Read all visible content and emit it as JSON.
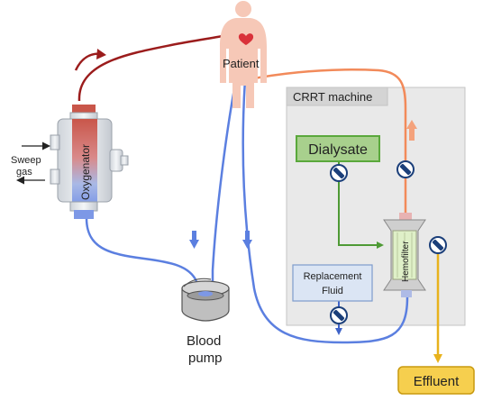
{
  "labels": {
    "patient": "Patient",
    "crrt_machine": "CRRT machine",
    "dialysate": "Dialysate",
    "oxygenator": "Oxygenator",
    "sweep_gas_line1": "Sweep",
    "sweep_gas_line2": "gas",
    "hemofilter": "Hemofilter",
    "replacement_fluid_line1": "Replacement",
    "replacement_fluid_line2": "Fluid",
    "blood_pump_line1": "Blood",
    "blood_pump_line2": "pump",
    "effluent": "Effluent"
  },
  "colors": {
    "arterial_dark_red": "#9b1c1c",
    "return_orange": "#f28a5a",
    "venous_blue": "#5b7fe0",
    "dialysate_green": "#5aa83c",
    "effluent_yellow": "#f0b81e",
    "machine_gray": "#e9e9e9",
    "effluent_box": "#f6cf4e"
  },
  "icons": {
    "clamp": "clamp-icon",
    "arrow": "arrow-icon",
    "patient": "human-body-icon",
    "heart": "heart-icon"
  }
}
